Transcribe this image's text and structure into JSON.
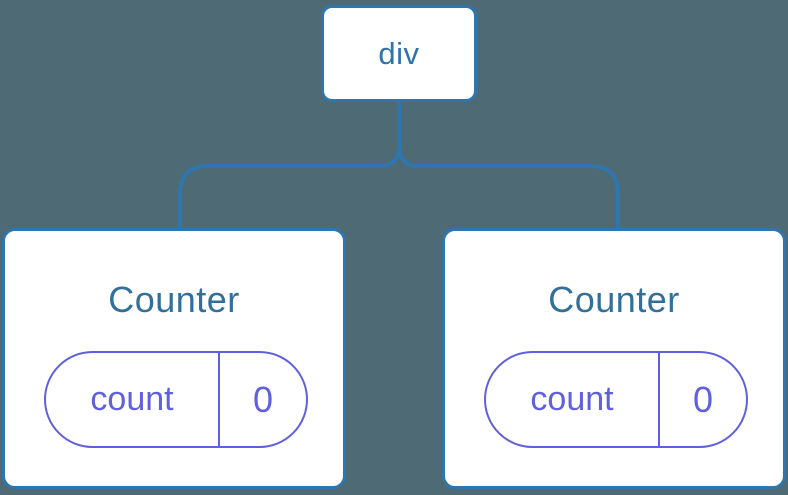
{
  "diagram": {
    "description": "component-tree",
    "root": {
      "label": "div"
    },
    "children": [
      {
        "title": "Counter",
        "state": {
          "key": "count",
          "value": "0"
        }
      },
      {
        "title": "Counter",
        "state": {
          "key": "count",
          "value": "0"
        }
      }
    ],
    "colors": {
      "background": "#4e6a74",
      "node_border": "#2e76ad",
      "connector": "#2e76ad",
      "root_label": "#2f74a8",
      "component_title": "#31709b",
      "state_accent": "#6060df",
      "card_bg": "#ffffff"
    }
  }
}
